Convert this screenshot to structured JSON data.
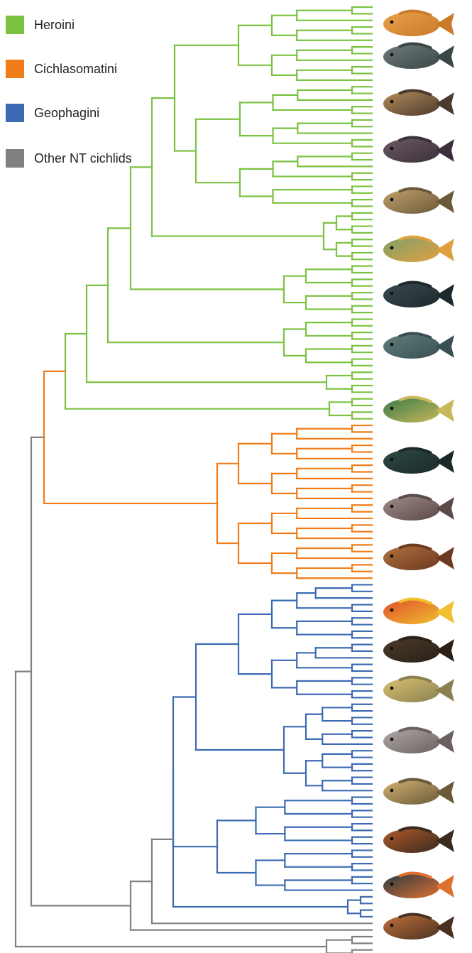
{
  "legend": [
    {
      "label": "Heroini",
      "color": "#7cc242"
    },
    {
      "label": "Cichlasomatini",
      "color": "#f07d1a"
    },
    {
      "label": "Geophagini",
      "color": "#3c6bb3"
    },
    {
      "label": "Other NT cichlids",
      "color": "#808080"
    }
  ],
  "clade_colors": {
    "heroini": "#7cc242",
    "cichlasomatini": "#f07d1a",
    "geophagini": "#3c6bb3",
    "other": "#808080"
  },
  "fish_images": [
    {
      "name": "fish-photo-1",
      "colors": [
        "#e9a24a",
        "#c97a2a"
      ]
    },
    {
      "name": "fish-photo-2",
      "colors": [
        "#6f7a7a",
        "#3b4747"
      ]
    },
    {
      "name": "fish-photo-3",
      "colors": [
        "#b58a5a",
        "#4a3b2e"
      ]
    },
    {
      "name": "fish-photo-4",
      "colors": [
        "#6b5b66",
        "#3a2f3a"
      ]
    },
    {
      "name": "fish-photo-5",
      "colors": [
        "#c2a06a",
        "#6b5a3a"
      ]
    },
    {
      "name": "fish-photo-6",
      "colors": [
        "#7fa06a",
        "#e0a040"
      ]
    },
    {
      "name": "fish-photo-7",
      "colors": [
        "#3a4a52",
        "#1e282c"
      ]
    },
    {
      "name": "fish-photo-8",
      "colors": [
        "#5f7f7a",
        "#3a4f52"
      ]
    },
    {
      "name": "fish-photo-9",
      "colors": [
        "#3b7a4a",
        "#c8b85a"
      ]
    },
    {
      "name": "fish-photo-10",
      "colors": [
        "#2f4a44",
        "#1b2a28"
      ]
    },
    {
      "name": "fish-photo-11",
      "colors": [
        "#a08a88",
        "#5a4a48"
      ]
    },
    {
      "name": "fish-photo-12",
      "colors": [
        "#b0703e",
        "#6b3a20"
      ]
    },
    {
      "name": "fish-photo-13",
      "colors": [
        "#e0502a",
        "#f0c030"
      ]
    },
    {
      "name": "fish-photo-14",
      "colors": [
        "#4a3a2a",
        "#2a2018"
      ]
    },
    {
      "name": "fish-photo-15",
      "colors": [
        "#d8c070",
        "#8a8050"
      ]
    },
    {
      "name": "fish-photo-16",
      "colors": [
        "#b0a8a8",
        "#6a6060"
      ]
    },
    {
      "name": "fish-photo-17",
      "colors": [
        "#d0b070",
        "#6a5a3a"
      ]
    },
    {
      "name": "fish-photo-18",
      "colors": [
        "#b05a2a",
        "#3a2a20"
      ]
    },
    {
      "name": "fish-photo-19",
      "colors": [
        "#2a3a44",
        "#e07030"
      ]
    },
    {
      "name": "fish-photo-20",
      "colors": [
        "#c0703a",
        "#4a3020"
      ]
    }
  ]
}
